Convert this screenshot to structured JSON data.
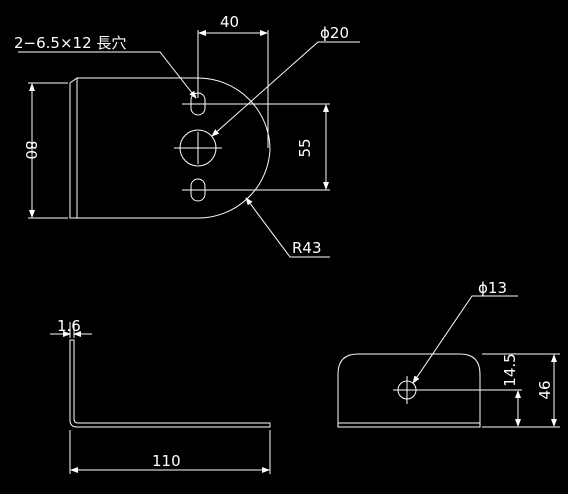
{
  "colors": {
    "background": "#000000",
    "lines": "#ffffff"
  },
  "labels": {
    "slot_note": "2−6.5×12 長穴",
    "dim_40": "40",
    "dia_20": "ϕ20",
    "dim_80": "80",
    "dim_55": "55",
    "radius_43": "R43",
    "thickness_1_6": "1.6",
    "dim_110": "110",
    "dia_13": "ϕ13",
    "dim_14_5": "14.5",
    "dim_46": "46"
  }
}
